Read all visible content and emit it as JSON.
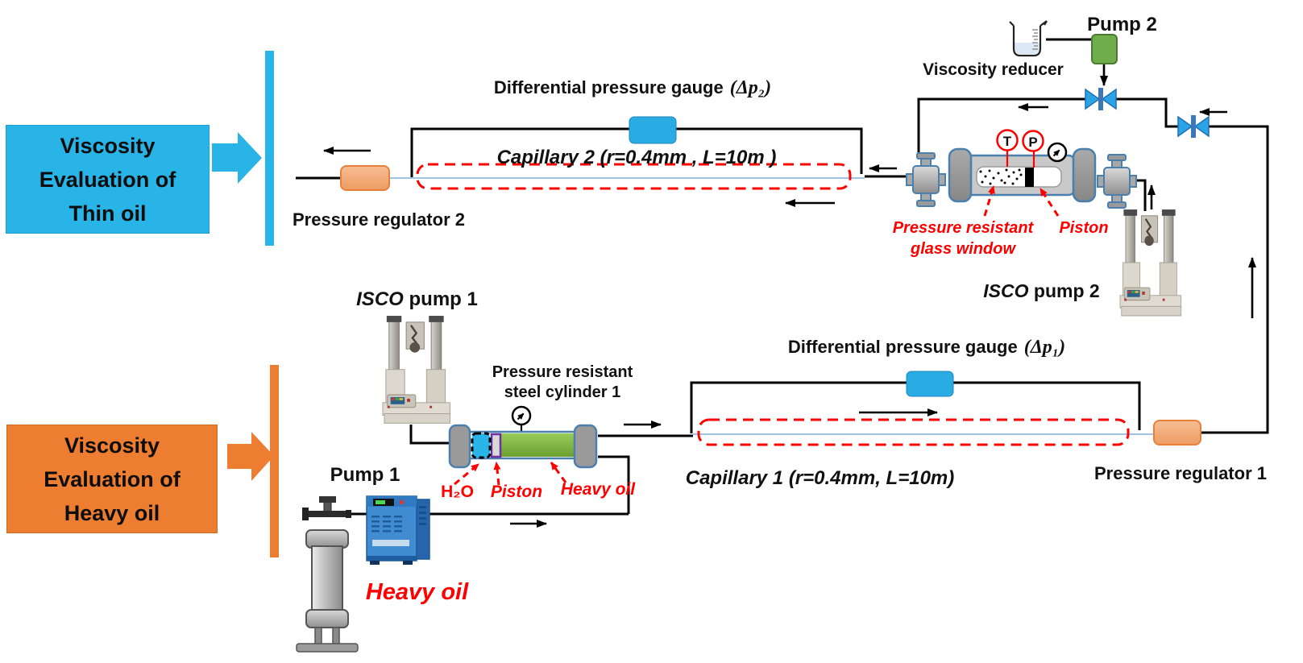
{
  "colors": {
    "cyan": "#29b4e8",
    "orange": "#ed7d31",
    "light_orange_regulator": "#f4b183",
    "green": "#70ad47",
    "heavy_oil_green": "#8cc63e",
    "annotation_red": "#ff0000",
    "capillary_blue": "#9dc3e6",
    "valve_blue": "#2aa4e4",
    "purple_piston_border": "#7030a0"
  },
  "left_panel": {
    "thin": {
      "lines": [
        "Viscosity",
        "Evaluation of",
        "Thin oil"
      ]
    },
    "heavy": {
      "lines": [
        "Viscosity",
        "Evaluation of",
        "Heavy oil"
      ]
    }
  },
  "thin_loop": {
    "regulator_label": "Pressure regulator 2",
    "dpg_prefix": "Differential pressure gauge",
    "dpg_symbol": "(Δp₂)",
    "capillary_label": "Capillary 2 (r=0.4mm , L=10m )",
    "pump_label": "Pump 2",
    "viscosity_reducer_label": "Viscosity reducer",
    "isco_brand": "ISCO",
    "isco_rest": " pump 2",
    "window_label_line1": "Pressure resistant",
    "window_label_line2": "glass window",
    "piston_label": "Piston",
    "indicator_t": "T",
    "indicator_p": "P"
  },
  "heavy_loop": {
    "isco_brand": "ISCO",
    "isco_rest": " pump 1",
    "cylinder_label_line1": "Pressure resistant",
    "cylinder_label_line2": "steel cylinder 1",
    "pump_label": "Pump 1",
    "h2o_label": "H₂O",
    "piston_label": "Piston",
    "heavy_oil_fill_label": "Heavy oil",
    "heavy_oil_source_label": "Heavy oil",
    "dpg_prefix": "Differential pressure gauge",
    "dpg_symbol": "(Δp₁)",
    "capillary_label": "Capillary 1 (r=0.4mm, L=10m)",
    "regulator_label": "Pressure regulator 1"
  }
}
